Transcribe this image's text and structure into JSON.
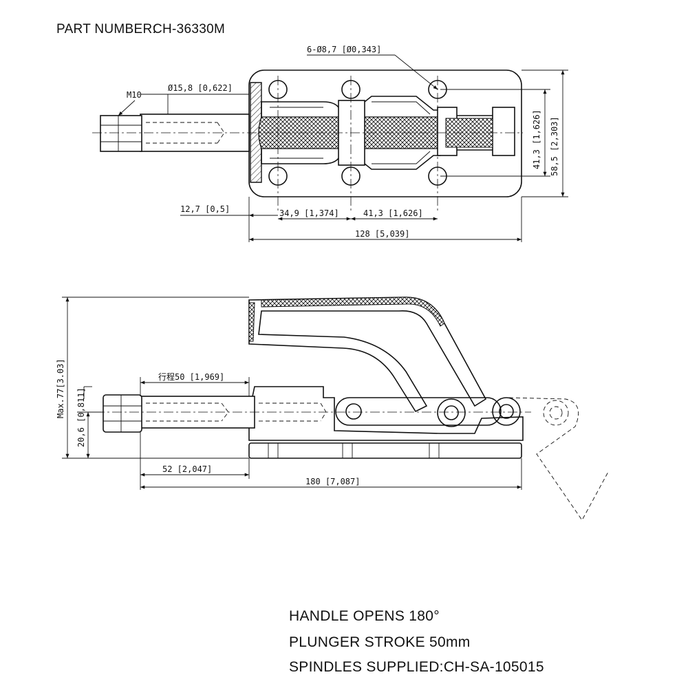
{
  "header": {
    "part_number_label": "PART NUMBER:",
    "part_number_value": "CH-36330M"
  },
  "top_view": {
    "holes_callout": "6-Ø8,7 [Ø0,343]",
    "thread": "M10",
    "shaft_diameter": "Ø15,8 [0,622]",
    "dim_left_offset": "12,7 [0,5]",
    "dim_hole_spacing_1": "34,9 [1,374]",
    "dim_hole_spacing_2": "41,3 [1,626]",
    "dim_overall_length": "128 [5,039]",
    "dim_hole_rows": "41,3 [1,626]",
    "dim_overall_width": "58,5 [2,303]"
  },
  "side_view": {
    "dim_max_height": "Max.77[3.03]",
    "dim_stroke": "行程50 [1,969]",
    "dim_axis_height": "20,6 [0,811]",
    "dim_nose_length": "52 [2,047]",
    "dim_total_length": "180 [7,087]"
  },
  "notes": {
    "handle": "HANDLE OPENS 180°",
    "stroke": "PLUNGER STROKE 50mm",
    "spindles": "SPINDLES SUPPLIED:CH-SA-105015"
  }
}
